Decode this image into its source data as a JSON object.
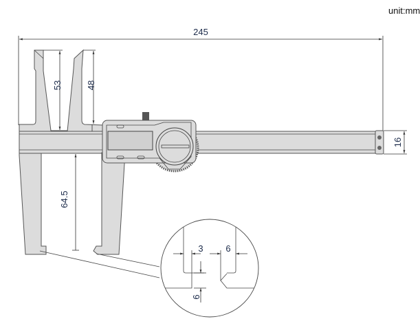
{
  "diagram": {
    "unit_label": "unit:mm",
    "dimensions": {
      "overall_length": "245",
      "outside_jaw_depth": "53",
      "inside_jaw_depth": "48",
      "lower_jaw_depth": "64.5",
      "beam_height": "16",
      "tip_width_left": "3",
      "tip_width_right": "6",
      "tip_height": "6"
    },
    "colors": {
      "body": "#dcdcdc",
      "outline": "#555555",
      "label": "#1c2b4a"
    }
  }
}
